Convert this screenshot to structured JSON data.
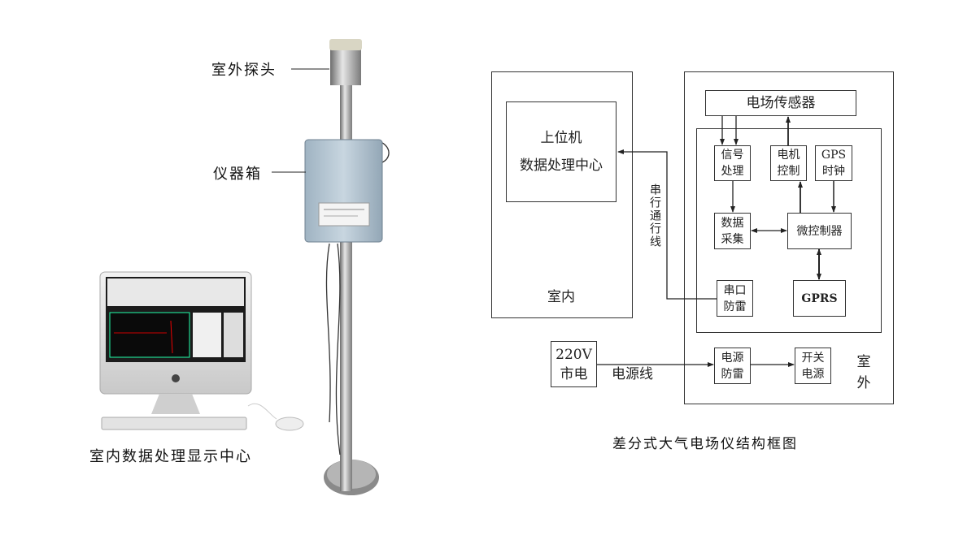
{
  "photo": {
    "probe_label": "室外探头",
    "box_label": "仪器箱",
    "computer_label": "室内数据处理显示中心"
  },
  "diagram": {
    "caption": "差分式大气电场仪结构框图",
    "indoor": {
      "label": "室内",
      "host_line1": "上位机",
      "host_line2": "数据处理中心"
    },
    "outdoor": {
      "label_line1": "室",
      "label_line2": "外"
    },
    "sensor": "电场传感器",
    "signal": {
      "l1": "信号",
      "l2": "处理"
    },
    "motor": {
      "l1": "电机",
      "l2": "控制"
    },
    "gps": {
      "l1": "GPS",
      "l2": "时钟"
    },
    "acq": {
      "l1": "数据",
      "l2": "采集"
    },
    "mcu": "微控制器",
    "serial_protect": {
      "l1": "串口",
      "l2": "防雷"
    },
    "gprs": "GPRS",
    "mains": {
      "l1": "220V",
      "l2": "市电"
    },
    "power_protect": {
      "l1": "电源",
      "l2": "防雷"
    },
    "switch_psu": {
      "l1": "开关",
      "l2": "电源"
    },
    "serial_line": "串行通行线",
    "power_line": "电源线"
  }
}
